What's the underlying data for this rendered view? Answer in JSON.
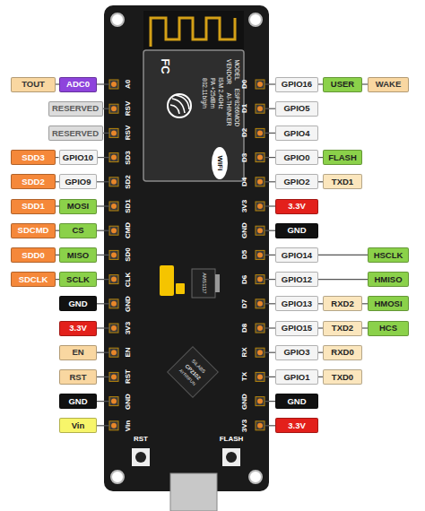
{
  "diagram": {
    "nodes": [
      {
        "text": [
          "TOUT"
        ]
      },
      {
        "text": [
          "ADC0"
        ]
      },
      {
        "text": [
          "RESERVED"
        ]
      },
      {
        "text": [
          "RESERVED"
        ]
      },
      {
        "text": [
          "SDD3"
        ]
      },
      {
        "text": [
          "GPIO10"
        ]
      },
      {
        "text": [
          "SDD2"
        ]
      },
      {
        "text": [
          "GPIO9"
        ]
      },
      {
        "text": [
          "SDD1"
        ]
      },
      {
        "text": [
          "MOSI"
        ]
      },
      {
        "text": [
          "SDCMD"
        ]
      },
      {
        "text": [
          "CS"
        ]
      },
      {
        "text": [
          "SDD0"
        ]
      },
      {
        "text": [
          "MISO"
        ]
      },
      {
        "text": [
          "SDCLK"
        ]
      },
      {
        "text": [
          "SCLK"
        ]
      },
      {
        "text": [
          "GND"
        ]
      },
      {
        "text": [
          "3.3V"
        ]
      },
      {
        "text": [
          "EN"
        ]
      },
      {
        "text": [
          "RST"
        ]
      },
      {
        "text": [
          "GND"
        ]
      },
      {
        "text": [
          "Vin"
        ]
      },
      {
        "text": [
          "GPIO16"
        ]
      },
      {
        "text": [
          "USER"
        ]
      },
      {
        "text": [
          "WAKE"
        ]
      },
      {
        "text": [
          "GPIO5"
        ]
      },
      {
        "text": [
          "GPIO4"
        ]
      },
      {
        "text": [
          "GPIO0"
        ]
      },
      {
        "text": [
          "FLASH"
        ]
      },
      {
        "text": [
          "GPIO2"
        ]
      },
      {
        "text": [
          "TXD1"
        ]
      },
      {
        "text": [
          "3.3V"
        ]
      },
      {
        "text": [
          "GND"
        ]
      },
      {
        "text": [
          "GPIO14"
        ]
      },
      {
        "text": [
          "HSCLK"
        ]
      },
      {
        "text": [
          "GPIO12"
        ]
      },
      {
        "text": [
          "HMISO"
        ]
      },
      {
        "text": [
          "GPIO13"
        ]
      },
      {
        "text": [
          "RXD2"
        ]
      },
      {
        "text": [
          "HMOSI"
        ]
      },
      {
        "text": [
          "GPIO15"
        ]
      },
      {
        "text": [
          "TXD2"
        ]
      },
      {
        "text": [
          "HCS"
        ]
      },
      {
        "text": [
          "GPIO3"
        ]
      },
      {
        "text": [
          "RXD0"
        ]
      },
      {
        "text": [
          "GPIO1"
        ]
      },
      {
        "text": [
          "TXD0"
        ]
      },
      {
        "text": [
          "GND"
        ]
      },
      {
        "text": [
          "3.3V"
        ]
      }
    ],
    "edges": [
      {
        "from": 0,
        "to": 1,
        "arrow": "none"
      },
      {
        "from": 4,
        "to": 5,
        "arrow": "none"
      },
      {
        "from": 6,
        "to": 7,
        "arrow": "none"
      },
      {
        "from": 8,
        "to": 9,
        "arrow": "none"
      },
      {
        "from": 10,
        "to": 11,
        "arrow": "none"
      },
      {
        "from": 12,
        "to": 13,
        "arrow": "none"
      },
      {
        "from": 14,
        "to": 15,
        "arrow": "none"
      },
      {
        "from": 22,
        "to": 23,
        "arrow": "none"
      },
      {
        "from": 23,
        "to": 24,
        "arrow": "none"
      },
      {
        "from": 27,
        "to": 28,
        "arrow": "none"
      },
      {
        "from": 29,
        "to": 30,
        "arrow": "none"
      },
      {
        "from": 33,
        "to": 34,
        "arrow": "none"
      },
      {
        "from": 35,
        "to": 36,
        "arrow": "none"
      },
      {
        "from": 37,
        "to": 38,
        "arrow": "none"
      },
      {
        "from": 38,
        "to": 39,
        "arrow": "none"
      },
      {
        "from": 40,
        "to": 41,
        "arrow": "none"
      },
      {
        "from": 41,
        "to": 42,
        "arrow": "none"
      },
      {
        "from": 43,
        "to": 44,
        "arrow": "none"
      },
      {
        "from": 45,
        "to": 46,
        "arrow": "none"
      }
    ],
    "labels": [
      "A0",
      "RSV",
      "RSV",
      "SD3",
      "SD2",
      "SD1",
      "CMD",
      "SD0",
      "CLK",
      "GND",
      "3V3",
      "EN",
      "RST",
      "GND",
      "Vin",
      "D0",
      "D1",
      "D2",
      "D3",
      "D4",
      "3V3",
      "GND",
      "D5",
      "D6",
      "D7",
      "D8",
      "RX",
      "TX",
      "GND",
      "3V3",
      "FC",
      "MODEL",
      "ESP8266MOD",
      "VENDOR",
      "AI-THINKER",
      "ISM 2.4GHz",
      "PA +25dBm",
      "802.11b/g/n",
      "WiFi",
      "AMS1117",
      "SILABS",
      "CP2102",
      "AYRRFUN",
      "RST",
      "FLASH"
    ]
  }
}
